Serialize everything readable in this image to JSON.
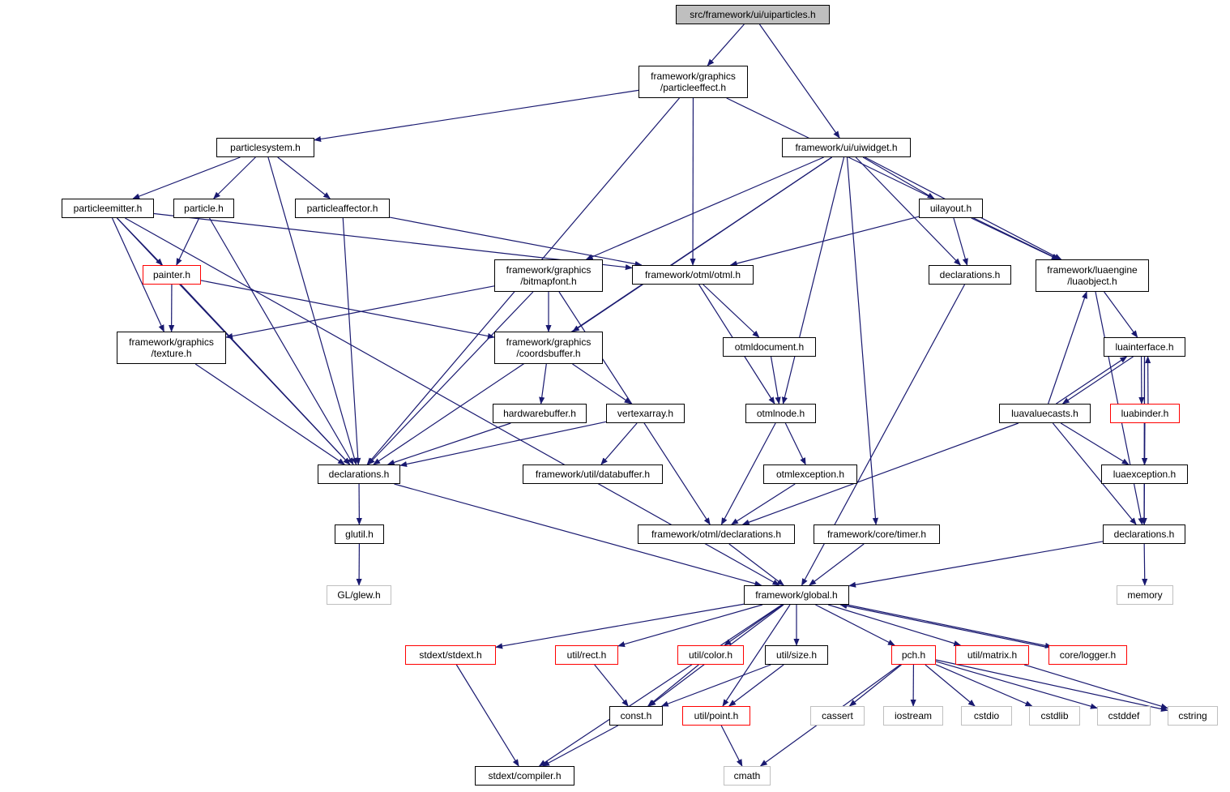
{
  "colors": {
    "edge": "#191970",
    "root_fill": "#bfbfbf",
    "truncated_border": "#ff0000",
    "external_border": "#bfbfbf",
    "normal_border": "#000000"
  },
  "nodes": {
    "uiparticles": {
      "label": "src/framework/ui/uiparticles.h",
      "style": "root"
    },
    "particleeffect": {
      "label": "framework/graphics\n/particleeffect.h",
      "style": "normal"
    },
    "particlesystem": {
      "label": "particlesystem.h",
      "style": "normal"
    },
    "uiwidget": {
      "label": "framework/ui/uiwidget.h",
      "style": "normal"
    },
    "particleemitter": {
      "label": "particleemitter.h",
      "style": "normal"
    },
    "particle": {
      "label": "particle.h",
      "style": "normal"
    },
    "particleaffector": {
      "label": "particleaffector.h",
      "style": "normal"
    },
    "uilayout": {
      "label": "uilayout.h",
      "style": "normal"
    },
    "painter": {
      "label": "painter.h",
      "style": "red"
    },
    "bitmapfont": {
      "label": "framework/graphics\n/bitmapfont.h",
      "style": "normal"
    },
    "otml": {
      "label": "framework/otml/otml.h",
      "style": "normal"
    },
    "declarations_ui": {
      "label": "declarations.h",
      "style": "normal"
    },
    "luaobject": {
      "label": "framework/luaengine\n/luaobject.h",
      "style": "normal"
    },
    "texture": {
      "label": "framework/graphics\n/texture.h",
      "style": "normal"
    },
    "coordsbuffer": {
      "label": "framework/graphics\n/coordsbuffer.h",
      "style": "normal"
    },
    "otmldocument": {
      "label": "otmldocument.h",
      "style": "normal"
    },
    "luainterface": {
      "label": "luainterface.h",
      "style": "normal"
    },
    "hardwarebuffer": {
      "label": "hardwarebuffer.h",
      "style": "normal"
    },
    "vertexarray": {
      "label": "vertexarray.h",
      "style": "normal"
    },
    "otmlnode": {
      "label": "otmlnode.h",
      "style": "normal"
    },
    "luavaluecasts": {
      "label": "luavaluecasts.h",
      "style": "normal"
    },
    "luabinder": {
      "label": "luabinder.h",
      "style": "red"
    },
    "declarations_gfx": {
      "label": "declarations.h",
      "style": "normal"
    },
    "databuffer": {
      "label": "framework/util/databuffer.h",
      "style": "normal"
    },
    "otmlexception": {
      "label": "otmlexception.h",
      "style": "normal"
    },
    "luaexception": {
      "label": "luaexception.h",
      "style": "normal"
    },
    "glutil": {
      "label": "glutil.h",
      "style": "normal"
    },
    "otml_declarations": {
      "label": "framework/otml/declarations.h",
      "style": "normal"
    },
    "timer": {
      "label": "framework/core/timer.h",
      "style": "normal"
    },
    "declarations_lua": {
      "label": "declarations.h",
      "style": "normal"
    },
    "glew": {
      "label": "GL/glew.h",
      "style": "ext"
    },
    "global": {
      "label": "framework/global.h",
      "style": "normal"
    },
    "memory": {
      "label": "memory",
      "style": "ext"
    },
    "stdext": {
      "label": "stdext/stdext.h",
      "style": "red"
    },
    "rect": {
      "label": "util/rect.h",
      "style": "red"
    },
    "color": {
      "label": "util/color.h",
      "style": "red"
    },
    "size": {
      "label": "util/size.h",
      "style": "normal"
    },
    "pch": {
      "label": "pch.h",
      "style": "red"
    },
    "matrix": {
      "label": "util/matrix.h",
      "style": "red"
    },
    "logger": {
      "label": "core/logger.h",
      "style": "red"
    },
    "const": {
      "label": "const.h",
      "style": "normal"
    },
    "point": {
      "label": "util/point.h",
      "style": "red"
    },
    "cassert": {
      "label": "cassert",
      "style": "ext"
    },
    "iostream": {
      "label": "iostream",
      "style": "ext"
    },
    "cstdio": {
      "label": "cstdio",
      "style": "ext"
    },
    "cstdlib": {
      "label": "cstdlib",
      "style": "ext"
    },
    "cstddef": {
      "label": "cstddef",
      "style": "ext"
    },
    "cstring": {
      "label": "cstring",
      "style": "ext"
    },
    "compiler": {
      "label": "stdext/compiler.h",
      "style": "normal"
    },
    "cmath": {
      "label": "cmath",
      "style": "ext"
    }
  },
  "edges": [
    [
      "uiparticles",
      "particleeffect"
    ],
    [
      "uiparticles",
      "uiwidget"
    ],
    [
      "particleeffect",
      "particlesystem"
    ],
    [
      "particleeffect",
      "declarations_gfx"
    ],
    [
      "particleeffect",
      "otml"
    ],
    [
      "particleeffect",
      "luaobject"
    ],
    [
      "particlesystem",
      "particleemitter"
    ],
    [
      "particlesystem",
      "particle"
    ],
    [
      "particlesystem",
      "particleaffector"
    ],
    [
      "particlesystem",
      "declarations_gfx"
    ],
    [
      "particleemitter",
      "painter"
    ],
    [
      "particleemitter",
      "texture"
    ],
    [
      "particleemitter",
      "otml"
    ],
    [
      "particleemitter",
      "declarations_gfx"
    ],
    [
      "particleemitter",
      "global"
    ],
    [
      "particle",
      "painter"
    ],
    [
      "particle",
      "declarations_gfx"
    ],
    [
      "particleaffector",
      "otml"
    ],
    [
      "particleaffector",
      "declarations_gfx"
    ],
    [
      "painter",
      "texture"
    ],
    [
      "painter",
      "coordsbuffer"
    ],
    [
      "painter",
      "declarations_gfx"
    ],
    [
      "uiwidget",
      "uilayout"
    ],
    [
      "uiwidget",
      "declarations_ui"
    ],
    [
      "uiwidget",
      "luaobject"
    ],
    [
      "uiwidget",
      "bitmapfont"
    ],
    [
      "uiwidget",
      "coordsbuffer"
    ],
    [
      "uiwidget",
      "otmlnode"
    ],
    [
      "uiwidget",
      "timer"
    ],
    [
      "uiwidget",
      "declarations_gfx"
    ],
    [
      "uilayout",
      "declarations_ui"
    ],
    [
      "uilayout",
      "otml"
    ],
    [
      "uilayout",
      "luaobject"
    ],
    [
      "declarations_ui",
      "global"
    ],
    [
      "bitmapfont",
      "texture"
    ],
    [
      "bitmapfont",
      "coordsbuffer"
    ],
    [
      "bitmapfont",
      "declarations_gfx"
    ],
    [
      "bitmapfont",
      "otml_declarations"
    ],
    [
      "texture",
      "declarations_gfx"
    ],
    [
      "coordsbuffer",
      "hardwarebuffer"
    ],
    [
      "coordsbuffer",
      "vertexarray"
    ],
    [
      "hardwarebuffer",
      "declarations_gfx"
    ],
    [
      "vertexarray",
      "declarations_gfx"
    ],
    [
      "vertexarray",
      "databuffer"
    ],
    [
      "otml",
      "otmldocument"
    ],
    [
      "otml",
      "otmlnode"
    ],
    [
      "otmldocument",
      "otmlnode"
    ],
    [
      "otmlnode",
      "otmlexception"
    ],
    [
      "otmlnode",
      "otml_declarations"
    ],
    [
      "otmlexception",
      "otml_declarations"
    ],
    [
      "otml_declarations",
      "global"
    ],
    [
      "luaobject",
      "luainterface"
    ],
    [
      "luaobject",
      "declarations_lua"
    ],
    [
      "luainterface",
      "luavaluecasts"
    ],
    [
      "luainterface",
      "luabinder"
    ],
    [
      "luainterface",
      "luaexception"
    ],
    [
      "luainterface",
      "declarations_lua"
    ],
    [
      "luavaluecasts",
      "luainterface"
    ],
    [
      "luavaluecasts",
      "luaobject"
    ],
    [
      "luavaluecasts",
      "luaexception"
    ],
    [
      "luavaluecasts",
      "declarations_lua"
    ],
    [
      "luavaluecasts",
      "otml_declarations"
    ],
    [
      "luabinder",
      "luainterface"
    ],
    [
      "luabinder",
      "luaexception"
    ],
    [
      "luaexception",
      "declarations_lua"
    ],
    [
      "declarations_lua",
      "global"
    ],
    [
      "declarations_lua",
      "memory"
    ],
    [
      "declarations_gfx",
      "glutil"
    ],
    [
      "declarations_gfx",
      "global"
    ],
    [
      "glutil",
      "glew"
    ],
    [
      "timer",
      "global"
    ],
    [
      "global",
      "stdext"
    ],
    [
      "global",
      "rect"
    ],
    [
      "global",
      "color"
    ],
    [
      "global",
      "size"
    ],
    [
      "global",
      "pch"
    ],
    [
      "global",
      "matrix"
    ],
    [
      "global",
      "logger"
    ],
    [
      "global",
      "const"
    ],
    [
      "global",
      "point"
    ],
    [
      "global",
      "compiler"
    ],
    [
      "logger",
      "global"
    ],
    [
      "stdext",
      "compiler"
    ],
    [
      "rect",
      "const"
    ],
    [
      "color",
      "const"
    ],
    [
      "size",
      "const"
    ],
    [
      "size",
      "point"
    ],
    [
      "point",
      "cmath"
    ],
    [
      "const",
      "compiler"
    ],
    [
      "pch",
      "cassert"
    ],
    [
      "pch",
      "iostream"
    ],
    [
      "pch",
      "cstdio"
    ],
    [
      "pch",
      "cstdlib"
    ],
    [
      "pch",
      "cstddef"
    ],
    [
      "pch",
      "cstring"
    ],
    [
      "pch",
      "cmath"
    ],
    [
      "matrix",
      "cstring"
    ]
  ]
}
